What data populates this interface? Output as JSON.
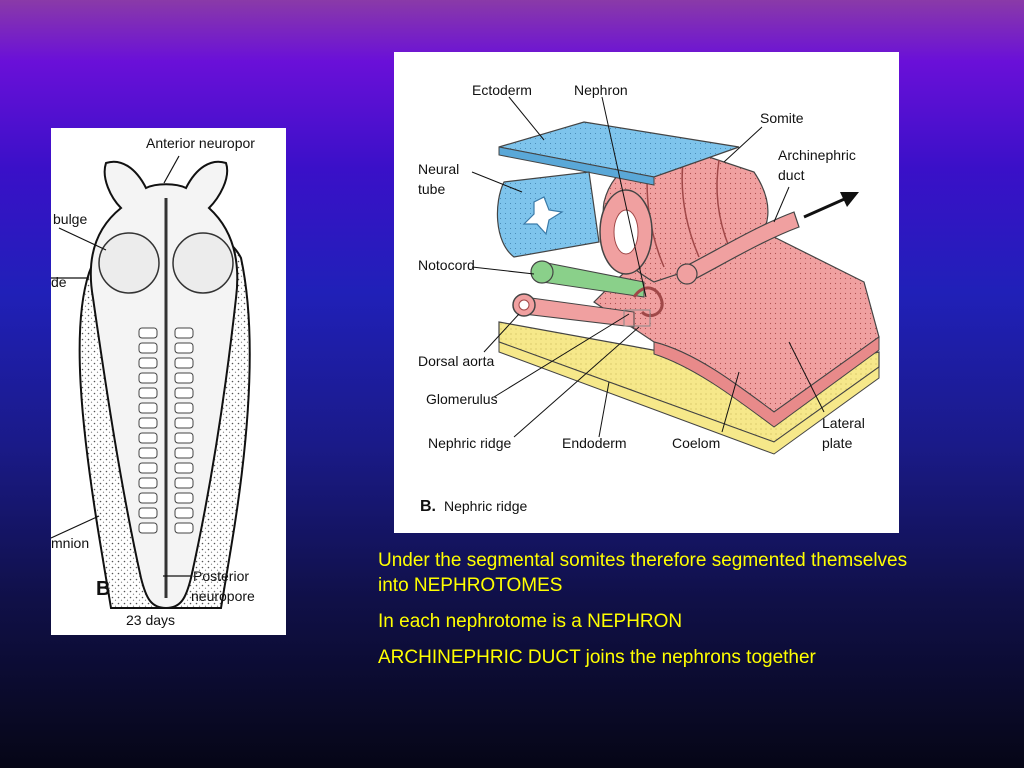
{
  "embryo_figure": {
    "labels": {
      "anterior_neuropore": "Anterior neuropor",
      "bulge": "bulge",
      "side_fragment": "de",
      "amnion": "mnion",
      "figure_letter": "B",
      "posterior_neuropore_line1": "Posterior",
      "posterior_neuropore_line2": "neuropore",
      "age": "23 days"
    }
  },
  "nephric_figure": {
    "labels": {
      "ectoderm": "Ectoderm",
      "nephron": "Nephron",
      "somite": "Somite",
      "neural_tube_line1": "Neural",
      "neural_tube_line2": "tube",
      "archinephric_line1": "Archinephric",
      "archinephric_line2": "duct",
      "notocord": "Notocord",
      "dorsal_aorta": "Dorsal aorta",
      "glomerulus": "Glomerulus",
      "nephric_ridge": "Nephric ridge",
      "endoderm": "Endoderm",
      "coelom": "Coelom",
      "lateral_plate_line1": "Lateral",
      "lateral_plate_line2": "plate",
      "caption_letter": "B.",
      "caption_text": "Nephric ridge"
    }
  },
  "notes": [
    "Under the segmental somites therefore segmented themselves into NEPHROTOMES",
    "In each nephrotome is a NEPHRON",
    "ARCHINEPHRIC DUCT joins the nephrons together"
  ],
  "colors": {
    "ectoderm": "#7ec4ec",
    "somite": "#f0a0a0",
    "notocord": "#8ad08a",
    "endoderm": "#f6e88a",
    "text_yellow": "#ffff00"
  }
}
